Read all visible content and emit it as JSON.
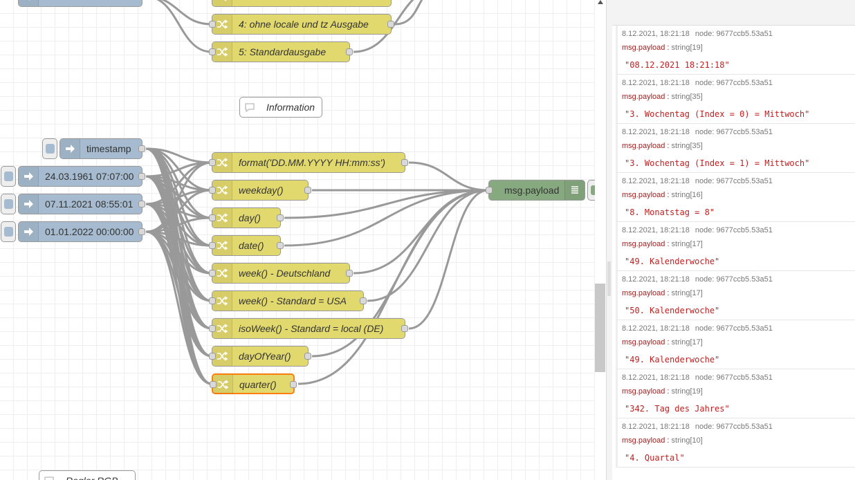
{
  "colors": {
    "change_node": "#e2d96e",
    "inject_node": "#a6bbcf",
    "debug_node": "#87a980",
    "wire": "#999999",
    "selected": "#ff7f0e",
    "debug_string": "#c02020"
  },
  "flow": {
    "top_nodes": [
      {
        "label": "4: ohne locale und tz Ausgabe"
      },
      {
        "label": "5: Standardausgabe"
      }
    ],
    "comment_information": "Information",
    "comment_bottom": "Regler RGB",
    "inject_nodes": [
      {
        "label": "timestamp"
      },
      {
        "label": "24.03.1961 07:07:00"
      },
      {
        "label": "07.11.2021 08:55:01"
      },
      {
        "label": "01.01.2022 00:00:00"
      }
    ],
    "change_nodes": [
      {
        "label": "format('DD.MM.YYYY HH:mm:ss')"
      },
      {
        "label": "weekday()"
      },
      {
        "label": "day()"
      },
      {
        "label": "date()"
      },
      {
        "label": "week() - Deutschland"
      },
      {
        "label": "week() - Standard = USA"
      },
      {
        "label": "isoWeek() - Standard = local (DE)"
      },
      {
        "label": "dayOfYear()"
      },
      {
        "label": "quarter()"
      }
    ],
    "debug_node": {
      "label": "msg.payload"
    }
  },
  "debug_messages": [
    {
      "time": "8.12.2021, 18:21:18",
      "node": "node: 9677ccb5.53a51",
      "prop": "msg.payload : ",
      "type": "string[19]",
      "value": "\"08.12.2021 18:21:18\""
    },
    {
      "time": "8.12.2021, 18:21:18",
      "node": "node: 9677ccb5.53a51",
      "prop": "msg.payload : ",
      "type": "string[35]",
      "value": "\"3. Wochentag (Index = 0) = Mittwoch\""
    },
    {
      "time": "8.12.2021, 18:21:18",
      "node": "node: 9677ccb5.53a51",
      "prop": "msg.payload : ",
      "type": "string[35]",
      "value": "\"3. Wochentag (Index = 1) = Mittwoch\""
    },
    {
      "time": "8.12.2021, 18:21:18",
      "node": "node: 9677ccb5.53a51",
      "prop": "msg.payload : ",
      "type": "string[16]",
      "value": "\"8. Monatstag = 8\""
    },
    {
      "time": "8.12.2021, 18:21:18",
      "node": "node: 9677ccb5.53a51",
      "prop": "msg.payload : ",
      "type": "string[17]",
      "value": "\"49. Kalenderwoche\""
    },
    {
      "time": "8.12.2021, 18:21:18",
      "node": "node: 9677ccb5.53a51",
      "prop": "msg.payload : ",
      "type": "string[17]",
      "value": "\"50. Kalenderwoche\""
    },
    {
      "time": "8.12.2021, 18:21:18",
      "node": "node: 9677ccb5.53a51",
      "prop": "msg.payload : ",
      "type": "string[17]",
      "value": "\"49. Kalenderwoche\""
    },
    {
      "time": "8.12.2021, 18:21:18",
      "node": "node: 9677ccb5.53a51",
      "prop": "msg.payload : ",
      "type": "string[19]",
      "value": "\"342. Tag des Jahres\""
    },
    {
      "time": "8.12.2021, 18:21:18",
      "node": "node: 9677ccb5.53a51",
      "prop": "msg.payload : ",
      "type": "string[10]",
      "value": "\"4. Quartal\""
    }
  ]
}
